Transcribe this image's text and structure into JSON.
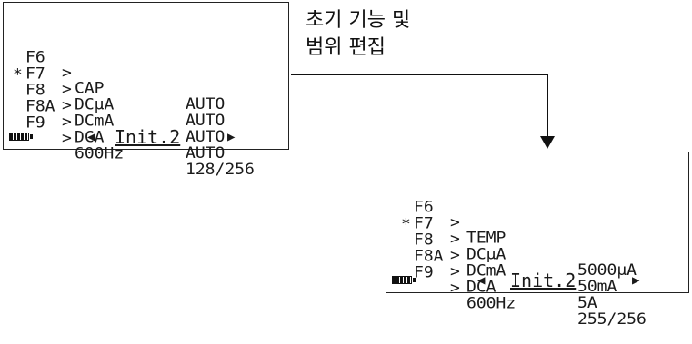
{
  "caption": {
    "line1": "초기 기능 및",
    "line2": "범위 편집"
  },
  "screen_before": {
    "rows": [
      {
        "mark": "",
        "code": "F6",
        "gt": ">",
        "mode": "CAP",
        "range": "AUTO"
      },
      {
        "mark": "",
        "code": "F7",
        "gt": ">",
        "mode": "DCµA",
        "range": "AUTO"
      },
      {
        "mark": "*",
        "code": "F8",
        "gt": ">",
        "mode": "DCmA",
        "range": "AUTO"
      },
      {
        "mark": "",
        "code": "F8A",
        "gt": ">",
        "mode": "DCA",
        "range": "AUTO"
      },
      {
        "mark": "",
        "code": "F9",
        "gt": ">",
        "mode": "600Hz",
        "range": "128/256"
      }
    ],
    "status": {
      "left_arrow": "◀",
      "label": "Init.2",
      "right_arrow": "▶",
      "battery_icon": "battery-icon"
    }
  },
  "screen_after": {
    "rows": [
      {
        "mark": "",
        "code": "F6",
        "gt": ">",
        "mode": "TEMP",
        "range": ""
      },
      {
        "mark": "",
        "code": "F7",
        "gt": ">",
        "mode": "DCµA",
        "range": "5000µA"
      },
      {
        "mark": "*",
        "code": "F8",
        "gt": ">",
        "mode": "DCmA",
        "range": "50mA"
      },
      {
        "mark": "",
        "code": "F8A",
        "gt": ">",
        "mode": "DCA",
        "range": "5A"
      },
      {
        "mark": "",
        "code": "F9",
        "gt": ">",
        "mode": "600Hz",
        "range": "255/256"
      }
    ],
    "status": {
      "left_arrow": "◀",
      "label": "Init.2",
      "right_arrow": "▶",
      "battery_icon": "battery-icon"
    }
  },
  "colors": {
    "line": "#111111",
    "background": "#ffffff"
  }
}
